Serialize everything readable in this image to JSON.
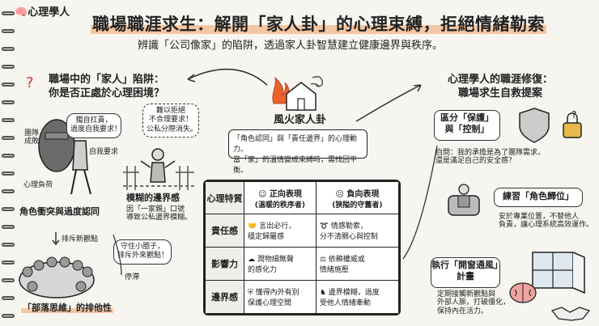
{
  "brand": "心理學人",
  "title": "職場職涯求生：解開「家人卦」的心理束縛，拒絕情緒勒索",
  "subtitle": "辨識「公司像家」的陷阱，透過家人卦智慧建立健康邊界與秩序。",
  "left": {
    "heading_1": "職場中的「家人」陷阱：",
    "heading_2": "你是否正處於心理困境？",
    "label_team": "團隊\n成敗",
    "label_self": "自我要求",
    "label_load": "心理負荷",
    "bubble_1": "獨自扛責，\n過度自我要求！",
    "bubble_2": "難以拒絕\n不合理要求！\n公私分際消失。",
    "blur_title": "模糊的邊界感",
    "blur_desc": "因「一家親」口號\n導致公私邊界模糊。",
    "conflict": "角色衝突與過度認同",
    "exclude": "排斥新觀點",
    "bubble_3": "守住小圈子，\n排斥外來觀點！",
    "stagnate": "停滯",
    "tribe": "「部落思維」的排他性"
  },
  "center": {
    "name": "風火家人卦",
    "desc_1": "「角色認同」與「責任邊界」的心理動力。",
    "desc_2": "當「家」的溫情變成束縛時，需找回平衡。"
  },
  "table": {
    "header": {
      "col0": "心理特質",
      "pos_title": "正向表現",
      "pos_sub": "(溫暖的秩序者)",
      "neg_title": "負向表現",
      "neg_sub": "(狹隘的守舊者)"
    },
    "rows": [
      {
        "trait": "責任感",
        "pos": "言出必行，\n穩定歸屬感",
        "neg": "情感勒索，\n分不清關心與控制"
      },
      {
        "trait": "影響力",
        "pos": "潤物細無聲\n的感化力",
        "neg": "依賴權威或\n情緒施壓"
      },
      {
        "trait": "邊界感",
        "pos": "懂得內外有別\n保護心理空間",
        "neg": "邊界模糊，過度\n受他人情緒牽動"
      }
    ]
  },
  "right": {
    "heading_1": "心理學人的職涯修復：",
    "heading_2": "職場求生自救提案",
    "step1_1": "區分「保護」",
    "step1_2": "與「控制」",
    "step1_desc": "自問：我的承擔是為了團隊需求，\n還是滿足自己的安全感？",
    "step2": "練習「角色歸位」",
    "step2_desc": "安於專業位置，不替他人\n負責，讓心理系統高效運作。",
    "step3_1": "執行「開窗通風」",
    "step3_2": "計畫",
    "step3_desc": "定期接觸新觀點與\n外部人脈，打破僵化，\n保持內在活力。"
  },
  "colors": {
    "accent": "#f4c7a3",
    "ink": "#222222",
    "paper": "#f7f5f0",
    "flame": "#e8622a"
  }
}
